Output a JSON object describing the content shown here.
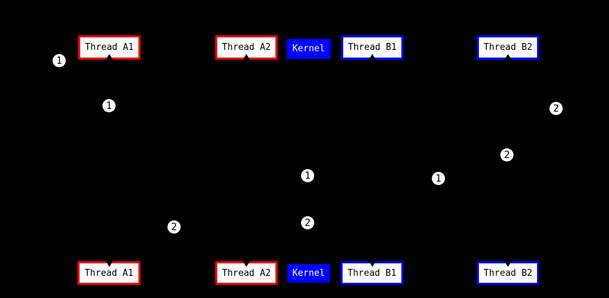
{
  "diagram": {
    "background_color": "#000000",
    "colors": {
      "thread_a_border": "#ff0000",
      "thread_b_border": "#0000ff",
      "kernel_fill": "#0000ff",
      "node_fill": "#ffffff",
      "node_text": "#000000",
      "kernel_text": "#ffffff",
      "badge_fill": "#ffffff",
      "badge_text": "#000000"
    },
    "top_row": [
      {
        "label": "Thread A1",
        "type": "thread-a"
      },
      {
        "label": "Thread A2",
        "type": "thread-a"
      },
      {
        "label": "Kernel",
        "type": "kernel"
      },
      {
        "label": "Thread B1",
        "type": "thread-b"
      },
      {
        "label": "Thread B2",
        "type": "thread-b"
      }
    ],
    "bottom_row": [
      {
        "label": "Thread A1",
        "type": "thread-a"
      },
      {
        "label": "Thread A2",
        "type": "thread-a"
      },
      {
        "label": "Kernel",
        "type": "kernel"
      },
      {
        "label": "Thread B1",
        "type": "thread-b"
      },
      {
        "label": "Thread B2",
        "type": "thread-b"
      }
    ],
    "badges": [
      {
        "label": "1"
      },
      {
        "label": "1"
      },
      {
        "label": "2"
      },
      {
        "label": "2"
      },
      {
        "label": "1"
      },
      {
        "label": "1"
      },
      {
        "label": "2"
      },
      {
        "label": "2"
      }
    ]
  }
}
